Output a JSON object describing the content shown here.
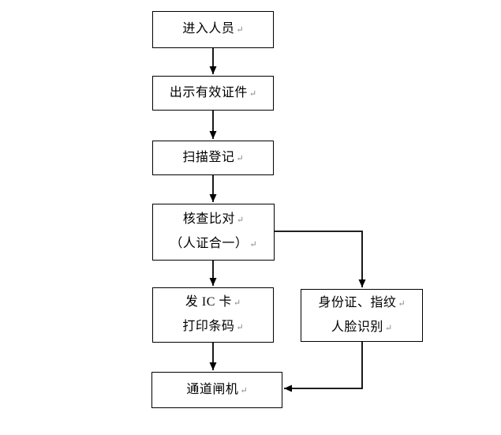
{
  "diagram": {
    "background_color": "#ffffff",
    "line_color": "#000000",
    "paragraph_mark": "↵",
    "paragraph_mark_color": "#8a8378",
    "nodes": {
      "enter": {
        "line1": "进入人员"
      },
      "show": {
        "line1": "出示有效证件"
      },
      "scan": {
        "line1": "扫描登记"
      },
      "verify": {
        "line1": "核查比对",
        "line2": "（人证合一）"
      },
      "ic": {
        "line1": "发 IC 卡",
        "line2": "打印条码"
      },
      "bio": {
        "line1": "身份证、指纹",
        "line2": "人脸识别"
      },
      "gate": {
        "line1": "通道闸机"
      }
    }
  }
}
